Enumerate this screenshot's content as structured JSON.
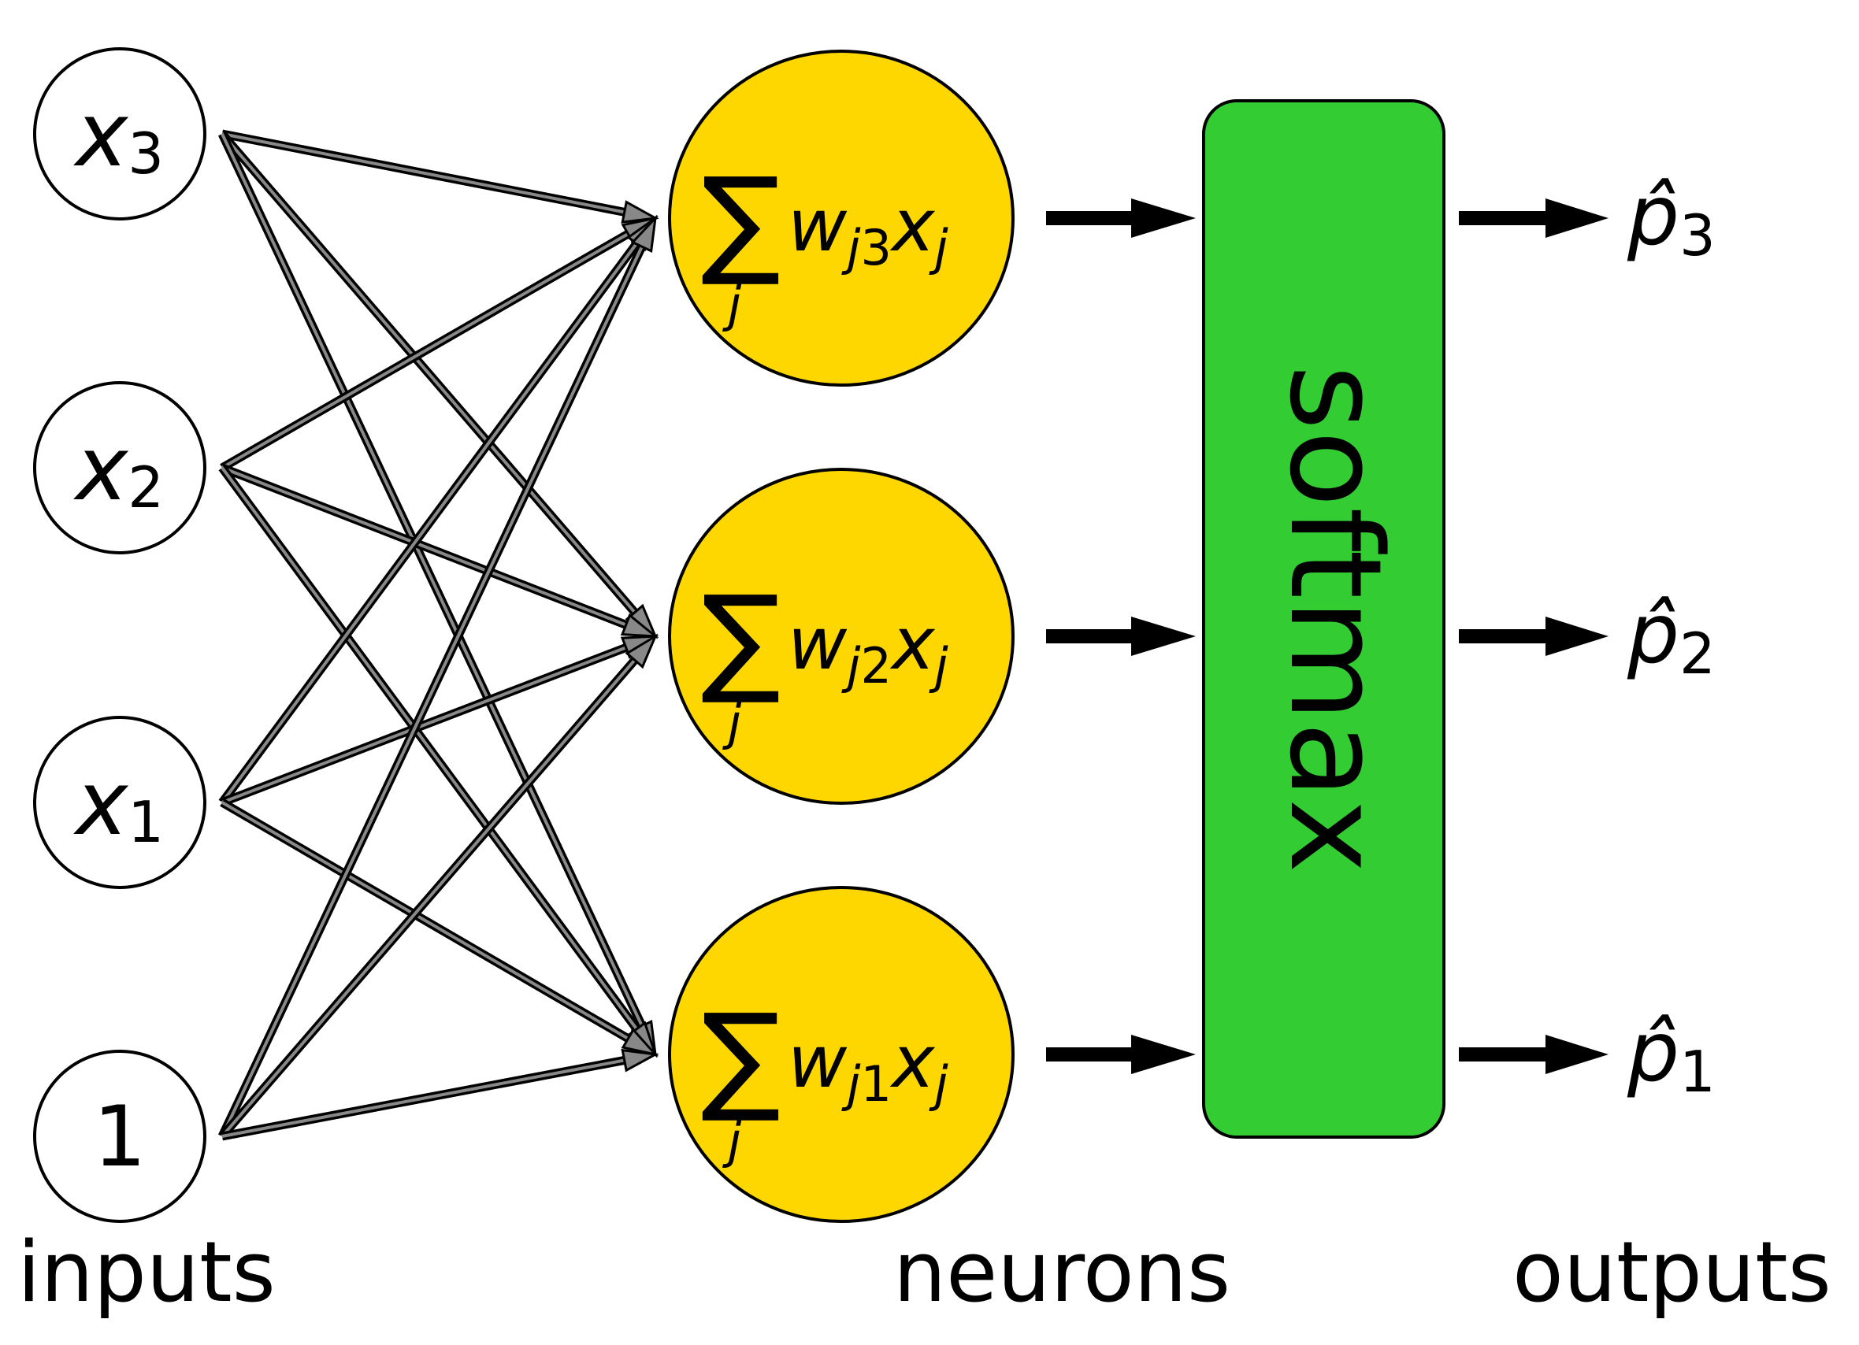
{
  "colors": {
    "neuron_fill": "#FFD700",
    "softmax_fill": "#33CC33",
    "edge_fill": "#888888",
    "stroke": "#000000"
  },
  "inputs": [
    {
      "var": "x",
      "sub": "3"
    },
    {
      "var": "x",
      "sub": "2"
    },
    {
      "var": "x",
      "sub": "1"
    },
    {
      "var": "",
      "sub": "",
      "constant": "1"
    }
  ],
  "neurons": [
    {
      "sigma": "∑",
      "w": "w",
      "wsub_j": "j",
      "wsub_n": "3",
      "x": "x",
      "xsub": "j",
      "index": "j"
    },
    {
      "sigma": "∑",
      "w": "w",
      "wsub_j": "j",
      "wsub_n": "2",
      "x": "x",
      "xsub": "j",
      "index": "j"
    },
    {
      "sigma": "∑",
      "w": "w",
      "wsub_j": "j",
      "wsub_n": "1",
      "x": "x",
      "xsub": "j",
      "index": "j"
    }
  ],
  "softmax": {
    "label": "softmax"
  },
  "outputs": [
    {
      "var": "p̂",
      "sub": "3"
    },
    {
      "var": "p̂",
      "sub": "2"
    },
    {
      "var": "p̂",
      "sub": "1"
    }
  ],
  "captions": {
    "inputs": "inputs",
    "neurons": "neurons",
    "outputs": "outputs"
  }
}
